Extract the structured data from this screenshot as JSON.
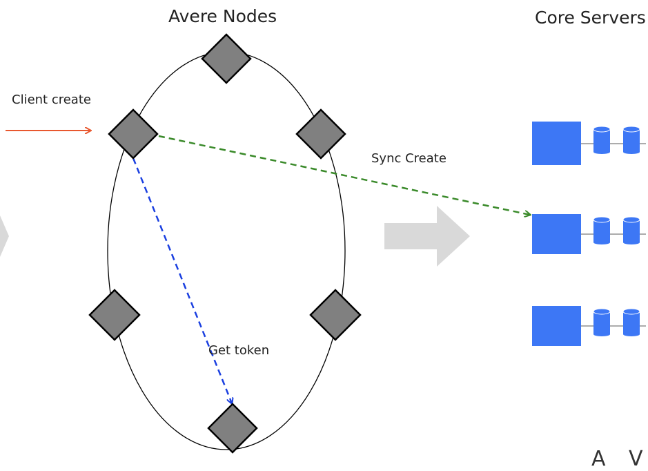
{
  "titles": {
    "left": "Avere Nodes",
    "right": "Core Servers"
  },
  "labels": {
    "client_create": "Client create",
    "sync_create": "Sync Create",
    "get_token": "Get token",
    "corner_logo": "A V"
  },
  "colors": {
    "node_fill": "#808080",
    "node_stroke": "#000000",
    "client_arrow": "#e8582f",
    "sync_arrow": "#3a8a2a",
    "token_arrow": "#1a3fe0",
    "server": "#3d77f5",
    "ring": "#000000",
    "big_arrow": "#d9d9d9"
  },
  "nodes": [
    "top",
    "upper-right",
    "upper-left",
    "lower-left",
    "lower-right",
    "bottom"
  ],
  "servers": [
    "server-1",
    "server-2",
    "server-3"
  ]
}
